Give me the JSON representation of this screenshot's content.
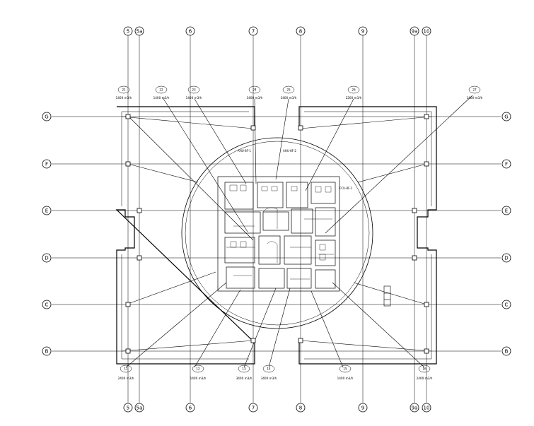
{
  "grid": {
    "columns": [
      "5",
      "5a",
      "6",
      "7",
      "8",
      "9",
      "9a",
      "10"
    ],
    "rows": [
      "G",
      "F",
      "E",
      "D",
      "C",
      "B"
    ]
  },
  "callouts_top": [
    {
      "tag": "21",
      "text": "1400 m3/h"
    },
    {
      "tag": "22",
      "text": "1400 m3/h"
    },
    {
      "tag": "23",
      "text": "1400 m3/h"
    },
    {
      "tag": "24",
      "text": "3400 m3/h"
    },
    {
      "tag": "25",
      "text": "3400 m3/h"
    },
    {
      "tag": "26",
      "text": "2200 m3/h"
    },
    {
      "tag": "27",
      "text": "1400 m3/h"
    }
  ],
  "callouts_bottom": [
    {
      "tag": "11",
      "text": "2400 m3/h"
    },
    {
      "tag": "12",
      "text": "1400 m3/h"
    },
    {
      "tag": "13",
      "text": "3400 m3/h"
    },
    {
      "tag": "14",
      "text": "3400 m3/h"
    },
    {
      "tag": "15",
      "text": "1400 m3/h"
    },
    {
      "tag": "16",
      "text": "2400 m3/h"
    }
  ],
  "ring_labels": [
    "AHU-8F-1",
    "AHU-8F-2",
    "FCU-8F-1"
  ],
  "colors": {
    "line": "#000000",
    "background": "#ffffff"
  }
}
